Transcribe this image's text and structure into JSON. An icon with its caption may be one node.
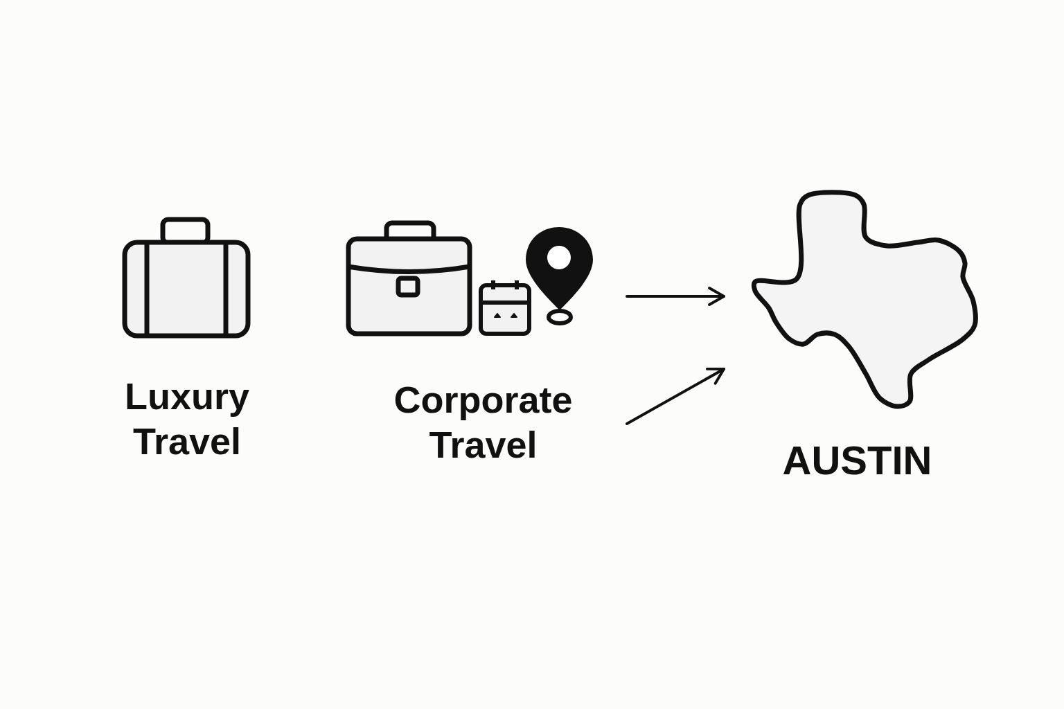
{
  "diagram": {
    "nodes": [
      {
        "text": [
          "Luxury Travel"
        ]
      },
      {
        "text": [
          "Corporate Travel"
        ]
      },
      {
        "text": [
          "AUSTIN"
        ]
      }
    ],
    "edges": [
      {
        "from": 1,
        "to": 2,
        "arrow": "to"
      },
      {
        "from": 1,
        "to": 2,
        "arrow": "to"
      }
    ]
  }
}
